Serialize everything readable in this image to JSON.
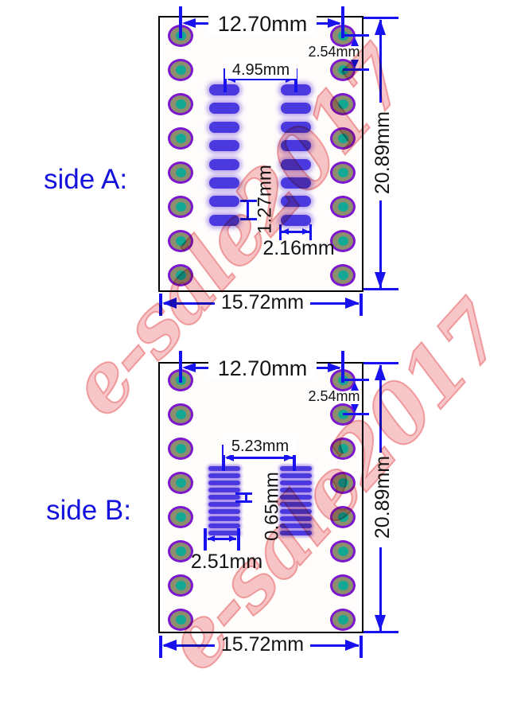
{
  "watermark": {
    "text": "e-sale2017",
    "fill_color": "#f6bcbe",
    "stroke_color": "#e6555a"
  },
  "colors": {
    "dimension_blue": "#1712ef",
    "label_blue": "#1512dd",
    "smd_pad_blue": "#4b39e0",
    "hole_ring_purple": "#7d17cf",
    "hole_body_olive": "#8d8e6e",
    "hole_center_teal": "#13a894",
    "board_border": "#000000"
  },
  "boards": [
    {
      "id": "side-a",
      "label": "side A:",
      "hole_columns": 2,
      "hole_rows": 8,
      "smd_columns": 2,
      "smd_pads_per_column": 8,
      "dims": {
        "top_width": "12.70mm",
        "hole_pitch": "2.54mm",
        "smd_span": "4.95mm",
        "smd_pitch": "1.27mm",
        "smd_pad_width": "2.16mm",
        "board_height": "20.89mm",
        "board_width": "15.72mm"
      }
    },
    {
      "id": "side-b",
      "label": "side B:",
      "hole_columns": 2,
      "hole_rows": 8,
      "smd_columns": 2,
      "smd_pads_per_column": 10,
      "dims": {
        "top_width": "12.70mm",
        "hole_pitch": "2.54mm",
        "smd_span": "5.23mm",
        "smd_pitch": "0.65mm",
        "smd_pad_width": "2.51mm",
        "board_height": "20.89mm",
        "board_width": "15.72mm"
      }
    }
  ]
}
